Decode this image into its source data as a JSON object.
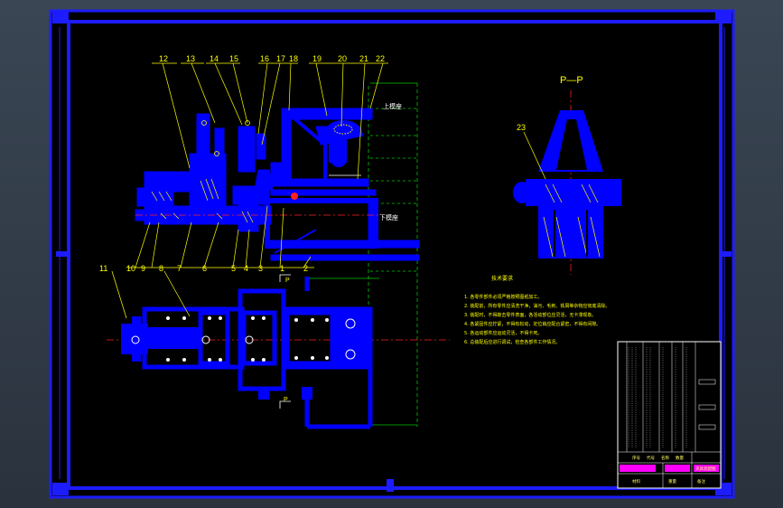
{
  "part_labels": [
    "1",
    "2",
    "3",
    "4",
    "5",
    "6",
    "7",
    "8",
    "9",
    "10",
    "11",
    "12",
    "13",
    "14",
    "15",
    "16",
    "17",
    "18",
    "19",
    "20",
    "21",
    "22",
    "23"
  ],
  "section_title": "P—P",
  "section_mark": "P",
  "side_labels": {
    "upper": "上模座",
    "lower": "下模座"
  },
  "tech_requirements": {
    "title": "技术要求",
    "items": [
      "1. 各零件部件必须严格按照图纸加工。",
      "2. 装配前，所有零件应清洗干净，油污、毛刺、铁屑等杂物应彻底清除。",
      "3. 装配时，不得敲击零件表面，各活动部位应灵活，无卡滞现象。",
      "4. 各紧固件应拧紧，不得有松动，定位销应配合紧密，不得有间隙。",
      "5. 各运动部件应运动灵活，不得卡死。",
      "6. 总装配后应进行调试，检查各部件工作情况。"
    ]
  },
  "title_block": {
    "drawing_title": "夹具装配图",
    "rows": [
      "序号",
      "代号",
      "名称",
      "数量",
      "材料",
      "重量",
      "备注"
    ]
  },
  "colors": {
    "sheet": "#000000",
    "frame": "#1c1cff",
    "part": "#0000ff",
    "label": "#ffff00",
    "dim_line": "#00c800",
    "center_line": "#ff2020",
    "white": "#ffffff"
  }
}
